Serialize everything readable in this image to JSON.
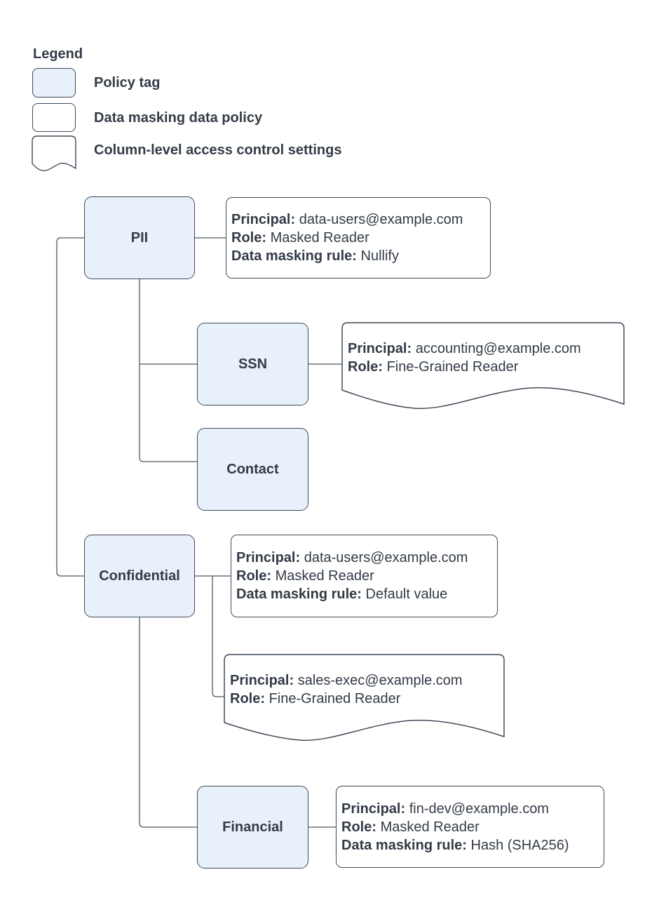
{
  "colors": {
    "policy_tag_fill": "#e8f1fb",
    "shape_border": "#3f4a57",
    "text": "#333b47",
    "connector": "#4e5765",
    "background": "#ffffff"
  },
  "legend": {
    "title": "Legend",
    "items": [
      {
        "label": "Policy tag"
      },
      {
        "label": "Data masking data policy"
      },
      {
        "label": "Column-level access control settings"
      }
    ]
  },
  "nodes": {
    "pii": {
      "label": "PII"
    },
    "ssn": {
      "label": "SSN"
    },
    "contact": {
      "label": "Contact"
    },
    "confidential": {
      "label": "Confidential"
    },
    "financial": {
      "label": "Financial"
    }
  },
  "policies": {
    "pii_masking": {
      "kind": "data-masking-policy",
      "lines": [
        {
          "label": "Principal:",
          "value": "data-users@example.com"
        },
        {
          "label": "Role:",
          "value": "Masked Reader"
        },
        {
          "label": "Data masking rule:",
          "value": "Nullify"
        }
      ]
    },
    "ssn_acl": {
      "kind": "column-level-access-control",
      "lines": [
        {
          "label": "Principal:",
          "value": "accounting@example.com"
        },
        {
          "label": "Role:",
          "value": "Fine-Grained Reader"
        }
      ]
    },
    "confidential_masking": {
      "kind": "data-masking-policy",
      "lines": [
        {
          "label": "Principal:",
          "value": "data-users@example.com"
        },
        {
          "label": "Role:",
          "value": "Masked Reader"
        },
        {
          "label": "Data masking rule:",
          "value": "Default value"
        }
      ]
    },
    "confidential_acl": {
      "kind": "column-level-access-control",
      "lines": [
        {
          "label": "Principal:",
          "value": "sales-exec@example.com"
        },
        {
          "label": "Role:",
          "value": "Fine-Grained Reader"
        }
      ]
    },
    "financial_masking": {
      "kind": "data-masking-policy",
      "lines": [
        {
          "label": "Principal:",
          "value": "fin-dev@example.com"
        },
        {
          "label": "Role:",
          "value": "Masked Reader"
        },
        {
          "label": "Data masking rule:",
          "value": "Hash (SHA256)"
        }
      ]
    }
  }
}
